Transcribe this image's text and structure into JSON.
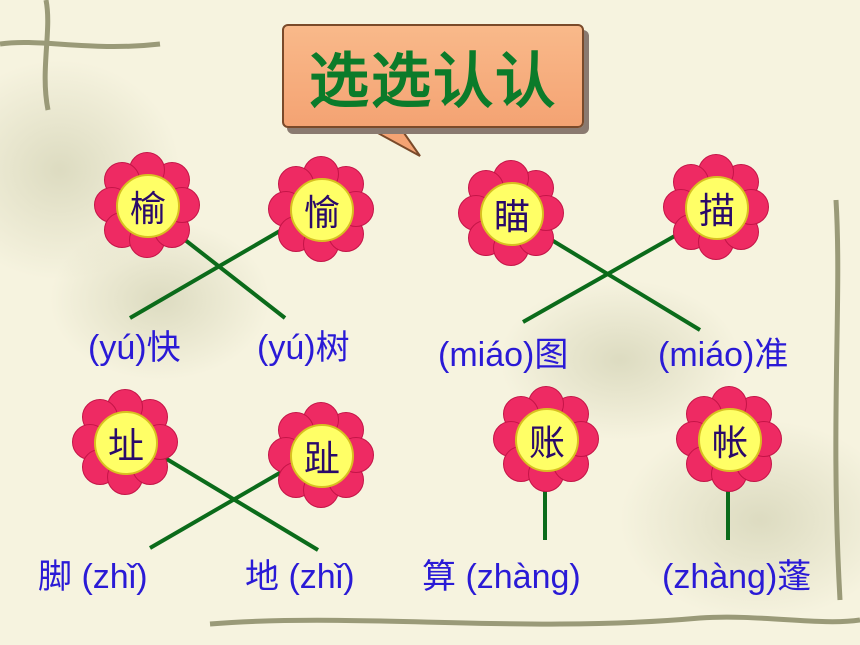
{
  "title": "选选认认",
  "flowers": [
    {
      "char": "榆"
    },
    {
      "char": "愉"
    },
    {
      "char": "瞄"
    },
    {
      "char": "描"
    },
    {
      "char": "址"
    },
    {
      "char": "趾"
    },
    {
      "char": "账"
    },
    {
      "char": "帐"
    }
  ],
  "labels": [
    {
      "pinyin": "(yú)",
      "word": "快"
    },
    {
      "pinyin": "(yú)",
      "word": "树"
    },
    {
      "pinyin": "(miáo)",
      "word": "图"
    },
    {
      "pinyin": "(miáo)",
      "word": "准"
    },
    {
      "word": "脚",
      "pinyin": "(zhǐ)"
    },
    {
      "word": "地",
      "pinyin": "(zhǐ)"
    },
    {
      "word": "算",
      "pinyin": "(zhàng)"
    },
    {
      "pinyin": "(zhàng)",
      "word": "蓬"
    }
  ],
  "colors": {
    "line": "#0b6b1a",
    "petal": "#ee2a63",
    "center": "#ffff66",
    "label": "#2a1ad6",
    "title": "#0b7b2a"
  }
}
